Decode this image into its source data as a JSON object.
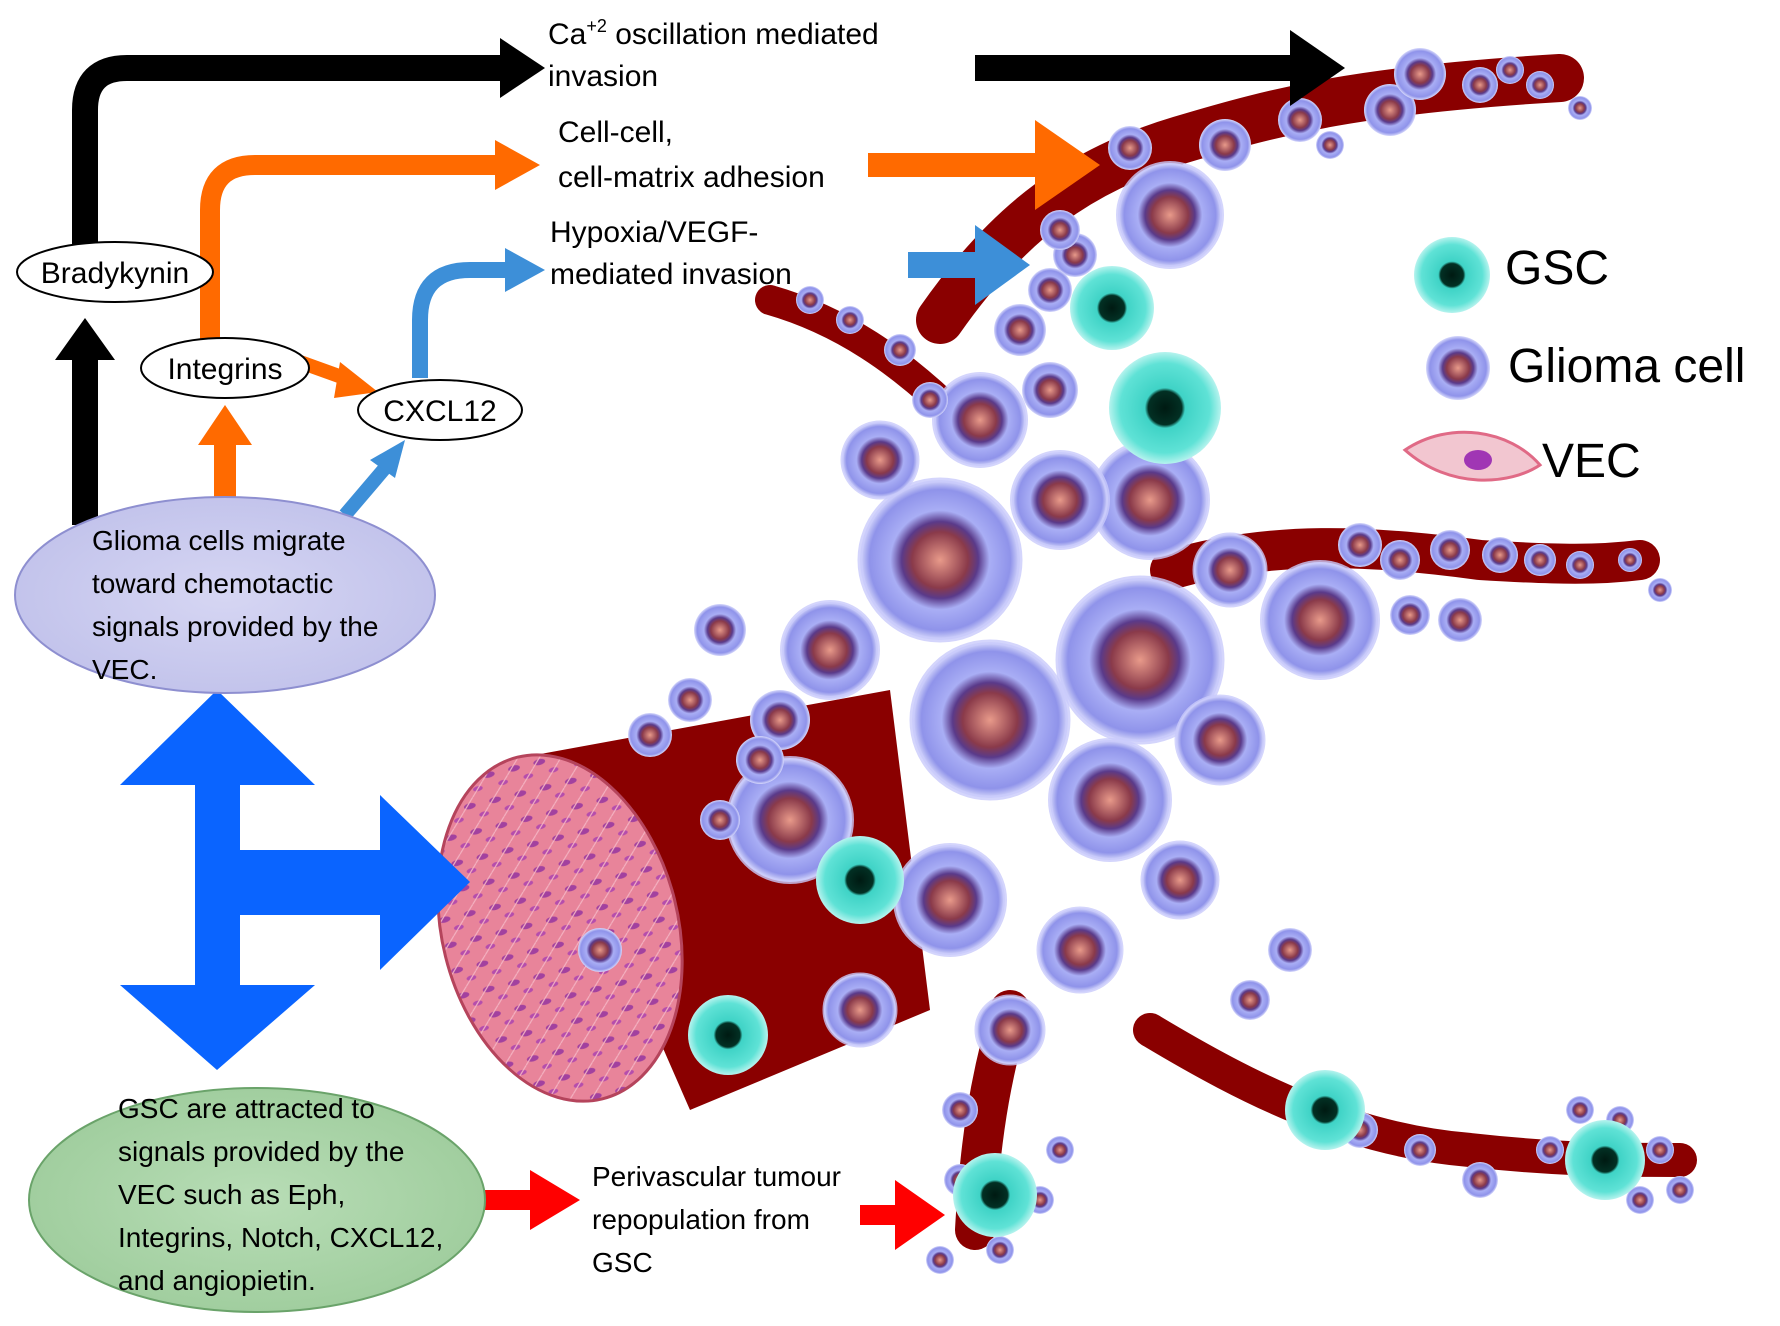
{
  "nodes": {
    "bradykynin": "Bradykynin",
    "integrins": "Integrins",
    "cxcl12": "CXCL12"
  },
  "pathways": {
    "calcium": {
      "line1_prefix": "Ca",
      "line1_superscript": "+2",
      "line1_suffix": " oscillation  mediated",
      "line2": "invasion"
    },
    "adhesion": {
      "line1": "Cell-cell,",
      "line2": "cell-matrix adhesion"
    },
    "hypoxia": {
      "line1": "Hypoxia/VEGF-",
      "line2": "mediated invasion"
    },
    "perivascular": {
      "line1": "Perivascular tumour",
      "line2": "repopulation from",
      "line3": "GSC"
    }
  },
  "boxes": {
    "glioma_migrate": {
      "line1": "Glioma  cells migrate",
      "line2": "toward chemotactic",
      "line3": "signals provided by the",
      "line4": "VEC."
    },
    "gsc_attracted": {
      "line1": "GSC are attracted to",
      "line2": "signals provided by  the",
      "line3": "VEC such as Eph,",
      "line4": "Integrins, Notch, CXCL12,",
      "line5": "and  angiopietin."
    }
  },
  "legend": {
    "gsc": "GSC",
    "glioma_cell": "Glioma cell",
    "vec": "VEC"
  },
  "colors": {
    "black_arrow": "#000000",
    "orange_arrow": "#ff6a00",
    "light_blue_arrow": "#3d8fd8",
    "blue_double_arrow": "#0a64ff",
    "red_arrow": "#ff0000",
    "vessel": "#8a0000",
    "glioma_cell": "#9a9ef0",
    "gsc": "#3fd3c6",
    "ellipse_purple": "#c9c9ee",
    "ellipse_green": "#a8d5a8"
  }
}
